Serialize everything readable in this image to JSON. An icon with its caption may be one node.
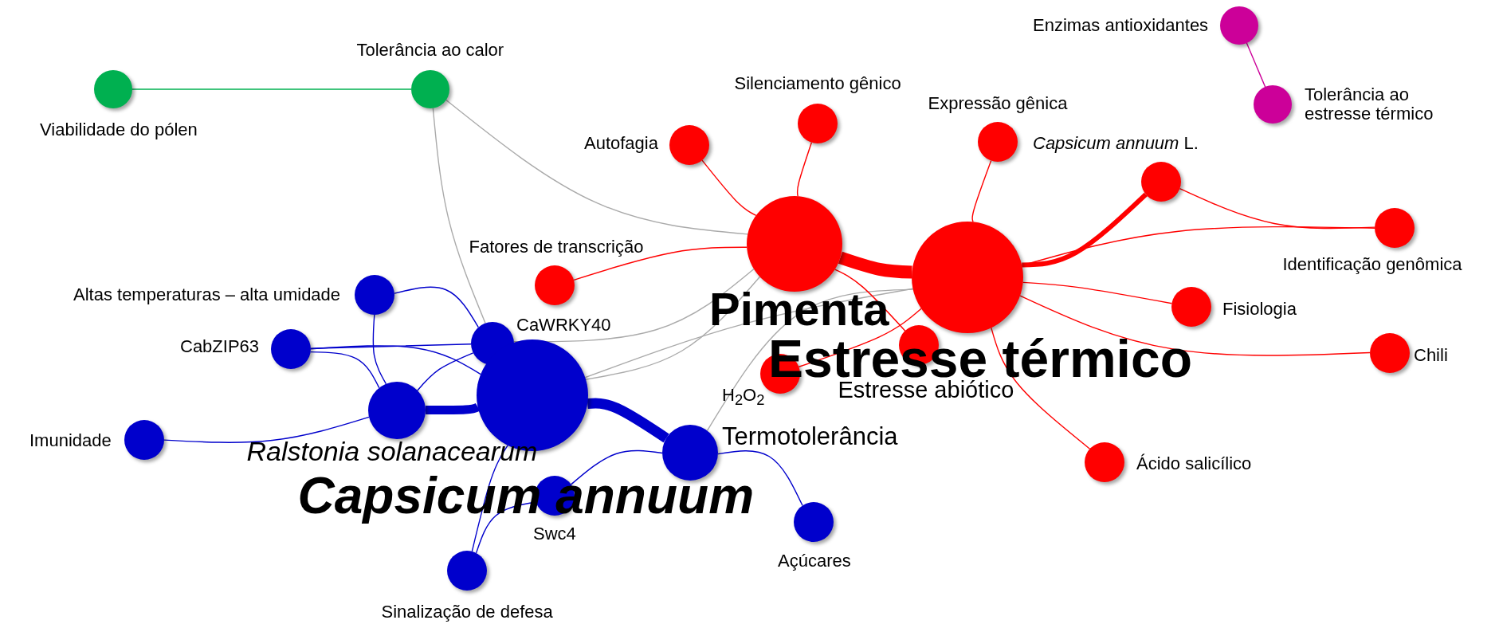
{
  "diagram": {
    "nodes": [
      {
        "text": [
          "Viabilidade do pólen"
        ]
      },
      {
        "text": [
          "Tolerância ao calor"
        ]
      },
      {
        "text": [
          "Enzimas antioxidantes"
        ]
      },
      {
        "text": [
          "Tolerância ao estresse térmico"
        ]
      },
      {
        "text": [
          "Autofagia"
        ]
      },
      {
        "text": [
          "Silenciamento gênico"
        ]
      },
      {
        "text": [
          "Expressão gênica"
        ]
      },
      {
        "text": [
          "*Capsicum annuum* L."
        ]
      },
      {
        "text": [
          "Pimenta"
        ]
      },
      {
        "text": [
          "Estresse térmico"
        ]
      },
      {
        "text": [
          "Identificação genômica"
        ]
      },
      {
        "text": [
          "Fatores de transcrição"
        ]
      },
      {
        "text": [
          "Fisiologia"
        ]
      },
      {
        "text": [
          "Chili"
        ]
      },
      {
        "text": [
          "Estresse abiótico"
        ]
      },
      {
        "text": [
          "H$_{2}$O$_{2}$"
        ]
      },
      {
        "text": [
          "Ácido salicílico"
        ]
      },
      {
        "text": [
          "Altas temperaturas – alta umidade"
        ]
      },
      {
        "text": [
          "CaWRKY40"
        ]
      },
      {
        "text": [
          "CabZIP63"
        ]
      },
      {
        "text": [
          "Ralstonia solanacearum"
        ]
      },
      {
        "text": [
          "Capsicum annuum"
        ]
      },
      {
        "text": [
          "Imunidade"
        ]
      },
      {
        "text": [
          "Termotolerância"
        ]
      },
      {
        "text": [
          "Swc4"
        ]
      },
      {
        "text": [
          "Açúcares"
        ]
      },
      {
        "text": [
          "Sinalização de defesa"
        ]
      }
    ],
    "edges": [
      {
        "from": 0,
        "to": 1,
        "arrow": "none",
        "color": "#00b050"
      },
      {
        "from": 2,
        "to": 3,
        "arrow": "none",
        "color": "#cc0099"
      },
      {
        "from": 1,
        "to": 8,
        "arrow": "none",
        "color": "#aaaaaa"
      },
      {
        "from": 1,
        "to": 18,
        "arrow": "none",
        "color": "#aaaaaa"
      },
      {
        "from": 18,
        "to": 8,
        "arrow": "none",
        "color": "#aaaaaa"
      },
      {
        "from": 21,
        "to": 8,
        "arrow": "none",
        "color": "#aaaaaa"
      },
      {
        "from": 21,
        "to": 9,
        "arrow": "none",
        "color": "#aaaaaa"
      },
      {
        "from": 23,
        "to": 9,
        "arrow": "none",
        "color": "#aaaaaa"
      },
      {
        "from": 4,
        "to": 8,
        "arrow": "none"
      },
      {
        "from": 5,
        "to": 8,
        "arrow": "none"
      },
      {
        "from": 6,
        "to": 9,
        "arrow": "none"
      },
      {
        "from": 7,
        "to": 9,
        "arrow": "none",
        "style": "thick"
      },
      {
        "from": 7,
        "to": 10,
        "arrow": "none"
      },
      {
        "from": 9,
        "to": 10,
        "arrow": "none"
      },
      {
        "from": 8,
        "to": 9,
        "arrow": "none",
        "style": "thick"
      },
      {
        "from": 11,
        "to": 8,
        "arrow": "none"
      },
      {
        "from": 14,
        "to": 8,
        "arrow": "none"
      },
      {
        "from": 15,
        "to": 9,
        "arrow": "none"
      },
      {
        "from": 12,
        "to": 9,
        "arrow": "none"
      },
      {
        "from": 13,
        "to": 9,
        "arrow": "none"
      },
      {
        "from": 16,
        "to": 9,
        "arrow": "none"
      },
      {
        "from": 17,
        "to": 18,
        "arrow": "none",
        "color": "#0000cc"
      },
      {
        "from": 17,
        "to": 20,
        "arrow": "none",
        "color": "#0000cc"
      },
      {
        "from": 19,
        "to": 18,
        "arrow": "none",
        "color": "#0000cc"
      },
      {
        "from": 19,
        "to": 20,
        "arrow": "none",
        "color": "#0000cc"
      },
      {
        "from": 19,
        "to": 21,
        "arrow": "none",
        "color": "#0000cc"
      },
      {
        "from": 20,
        "to": 21,
        "arrow": "none",
        "style": "thick",
        "color": "#0000cc"
      },
      {
        "from": 20,
        "to": 18,
        "arrow": "none",
        "color": "#0000cc"
      },
      {
        "from": 22,
        "to": 20,
        "arrow": "none",
        "color": "#0000cc"
      },
      {
        "from": 21,
        "to": 23,
        "arrow": "none",
        "style": "thick",
        "color": "#0000cc"
      },
      {
        "from": 26,
        "to": 21,
        "arrow": "none",
        "color": "#0000cc"
      },
      {
        "from": 26,
        "to": 24,
        "arrow": "none",
        "color": "#0000cc"
      },
      {
        "from": 24,
        "to": 23,
        "arrow": "none",
        "color": "#0000cc"
      },
      {
        "from": 23,
        "to": 25,
        "arrow": "none",
        "color": "#0000cc"
      }
    ]
  }
}
